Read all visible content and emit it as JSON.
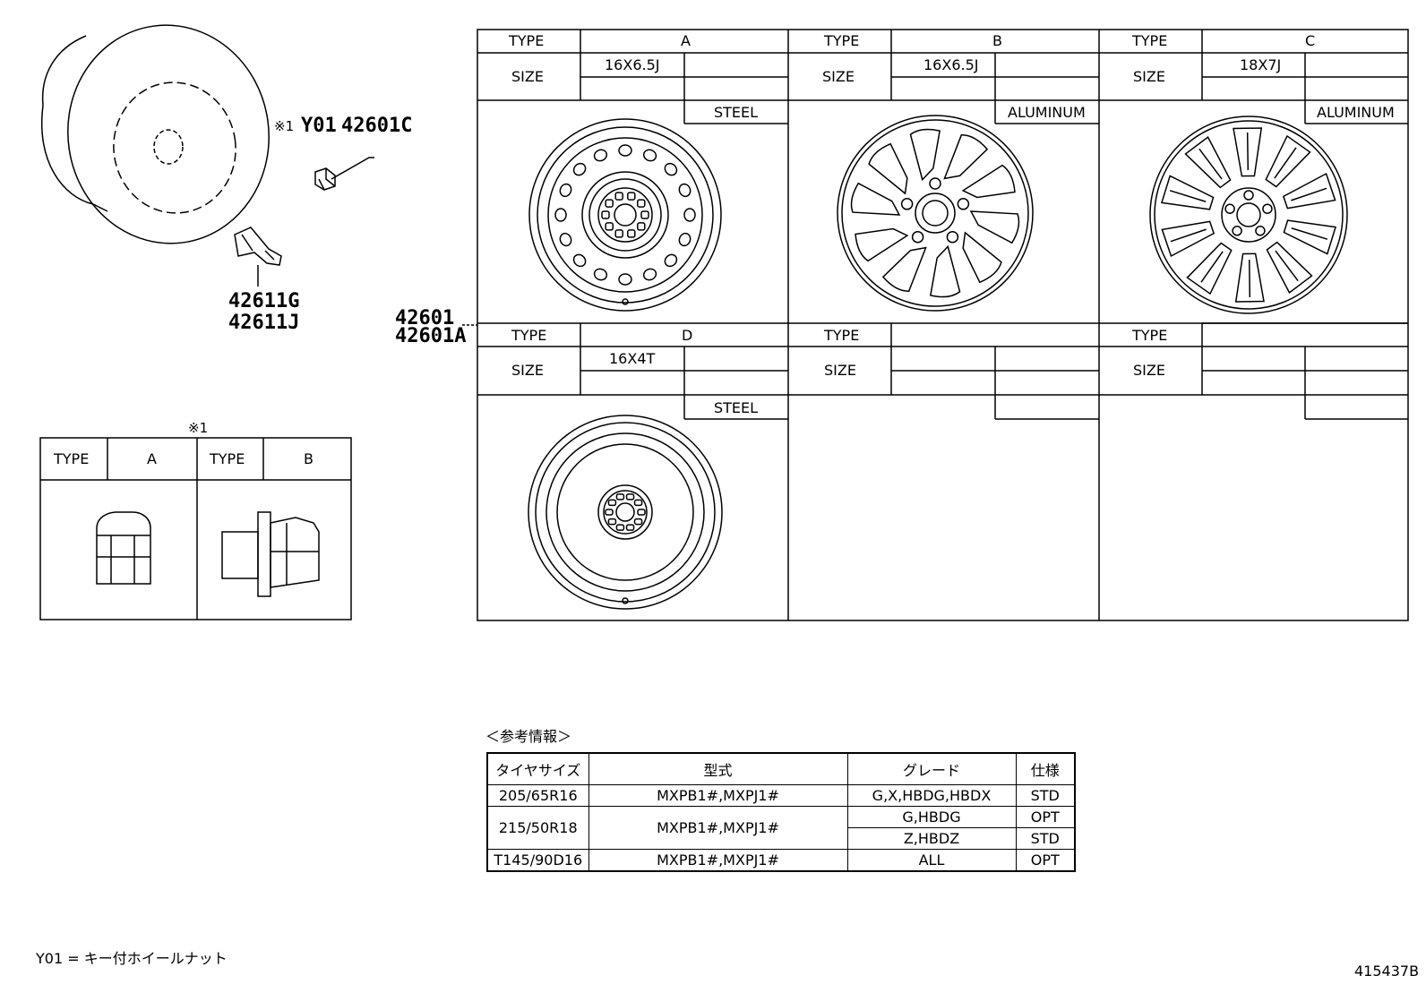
{
  "callouts": {
    "nut_note_mark": "※1",
    "nut_code": "Y01",
    "nut_part": "42601C",
    "valve_part_1": "42611G",
    "valve_part_2": "42611J",
    "wheel_part_1": "42601",
    "wheel_part_2": "42601A"
  },
  "nut_table": {
    "note_mark": "※1",
    "cells": [
      {
        "type_label": "TYPE",
        "type_value": "A"
      },
      {
        "type_label": "TYPE",
        "type_value": "B"
      }
    ]
  },
  "wheel_grid": [
    {
      "type_label": "TYPE",
      "type_value": "A",
      "size_label": "SIZE",
      "size_value": "16X6.5J",
      "material": "STEEL"
    },
    {
      "type_label": "TYPE",
      "type_value": "B",
      "size_label": "SIZE",
      "size_value": "16X6.5J",
      "material": "ALUMINUM"
    },
    {
      "type_label": "TYPE",
      "type_value": "C",
      "size_label": "SIZE",
      "size_value": "18X7J",
      "material": "ALUMINUM"
    },
    {
      "type_label": "TYPE",
      "type_value": "D",
      "size_label": "SIZE",
      "size_value": "16X4T",
      "material": "STEEL"
    },
    {
      "type_label": "TYPE",
      "type_value": "",
      "size_label": "SIZE",
      "size_value": "",
      "material": ""
    },
    {
      "type_label": "TYPE",
      "type_value": "",
      "size_label": "SIZE",
      "size_value": "",
      "material": ""
    }
  ],
  "reference": {
    "title": "＜参考情報＞",
    "headers": [
      "タイヤサイズ",
      "型式",
      "グレード",
      "仕様"
    ],
    "rows": [
      {
        "size": "205/65R16",
        "model": "MXPB1#,MXPJ1#",
        "grade": "G,X,HBDG,HBDX",
        "spec": "STD"
      },
      {
        "size": "215/50R18",
        "model": "MXPB1#,MXPJ1#",
        "grade": "G,HBDG",
        "spec": "OPT"
      },
      {
        "grade": "Z,HBDZ",
        "spec": "STD"
      },
      {
        "size": "T145/90D16",
        "model": "MXPB1#,MXPJ1#",
        "grade": "ALL",
        "spec": "OPT"
      }
    ]
  },
  "footer": {
    "legend": "Y01 = キー付ホイールナット",
    "figure_id": "415437B"
  }
}
